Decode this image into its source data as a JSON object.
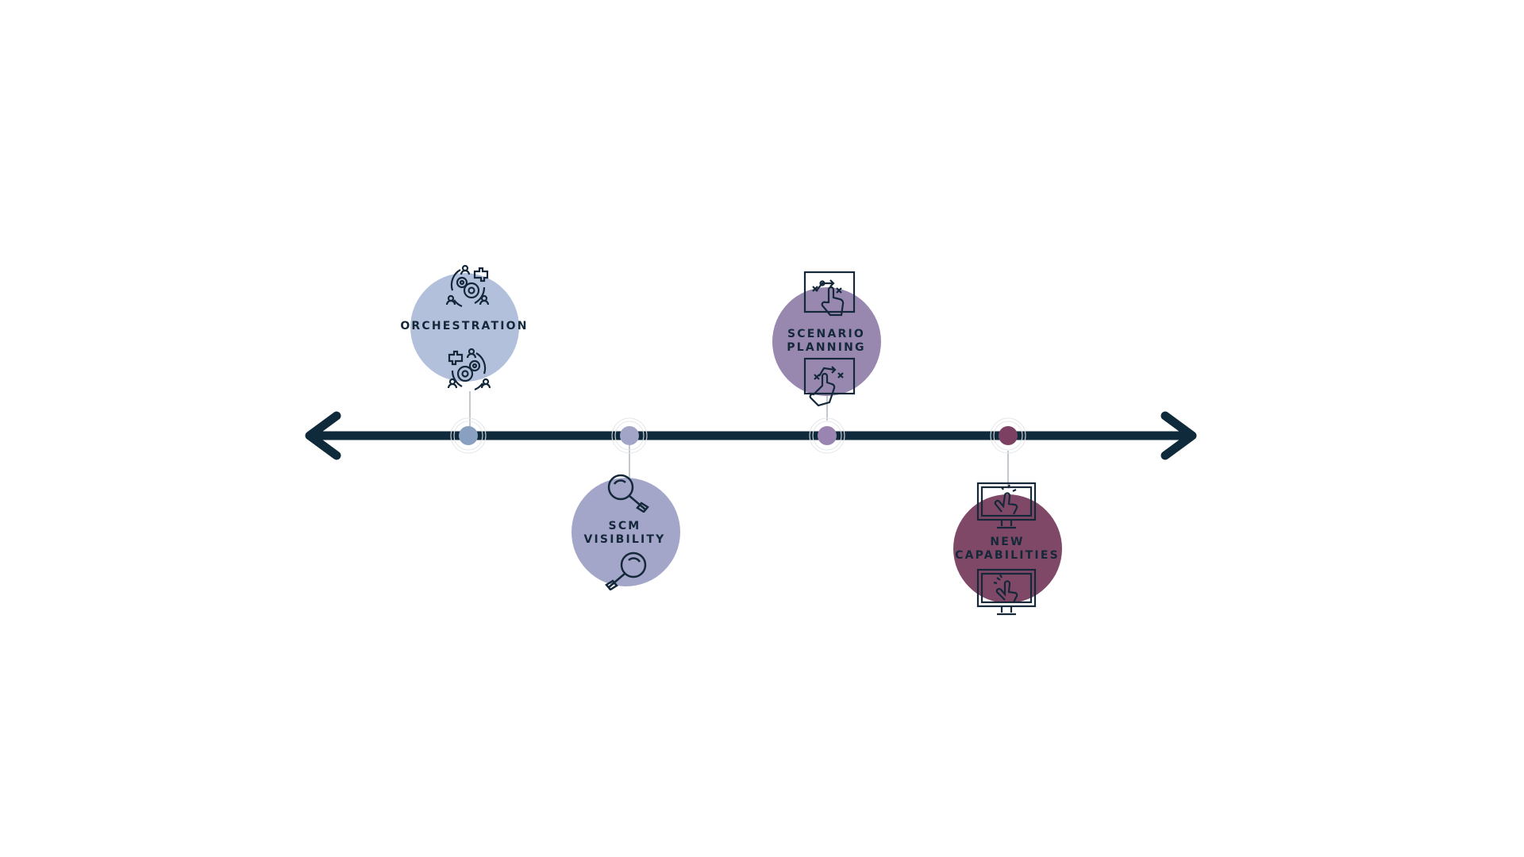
{
  "timeline": {
    "axis_color": "#0f2a3a",
    "milestones": [
      {
        "id": "orchestration",
        "lines": [
          "ORCHESTRATION"
        ],
        "color": "#b2c0dc",
        "dot_color": "#8aa0c0",
        "icon": "gears-puzzle-icon"
      },
      {
        "id": "scm-visibility",
        "lines": [
          "SCM",
          "VISIBILITY"
        ],
        "color": "#a3a6c9",
        "dot_color": "#a2a4c8",
        "icon": "magnifier-icon"
      },
      {
        "id": "scenario-planning",
        "lines": [
          "SCENARIO",
          "PLANNING"
        ],
        "color": "#9888b0",
        "dot_color": "#9a84b1",
        "icon": "tactics-board-icon"
      },
      {
        "id": "new-capabilities",
        "lines": [
          "NEW",
          "CAPABILITIES"
        ],
        "color": "#7f4866",
        "dot_color": "#7b4062",
        "icon": "monitor-touch-icon"
      }
    ]
  }
}
